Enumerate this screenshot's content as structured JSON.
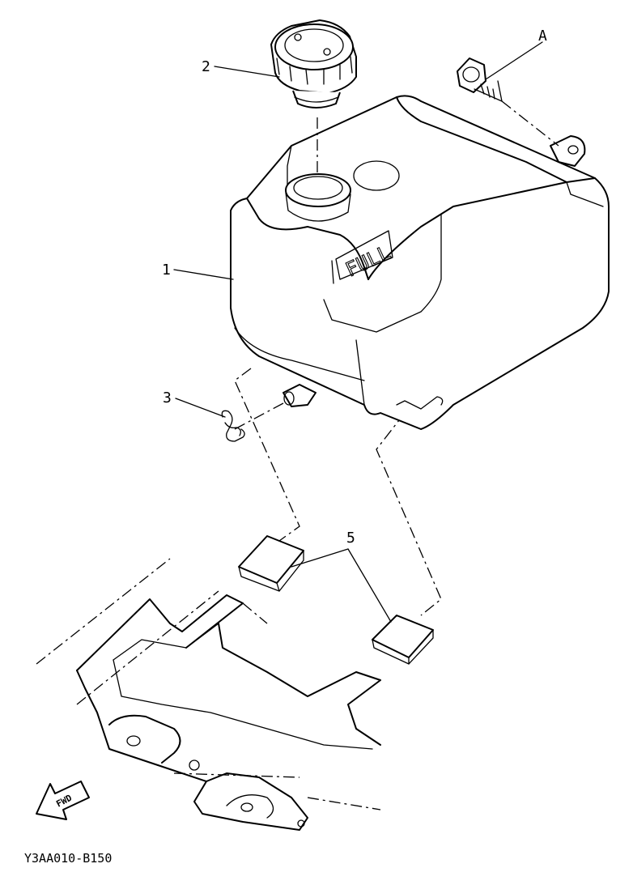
{
  "callouts": {
    "tank": "1",
    "cap": "2",
    "clip": "3",
    "pads": "5",
    "bolt": "A"
  },
  "tank_embossed_text": "FULL",
  "fwd_arrow_text": "FWD",
  "reference_code": "Y3AA010-B150"
}
